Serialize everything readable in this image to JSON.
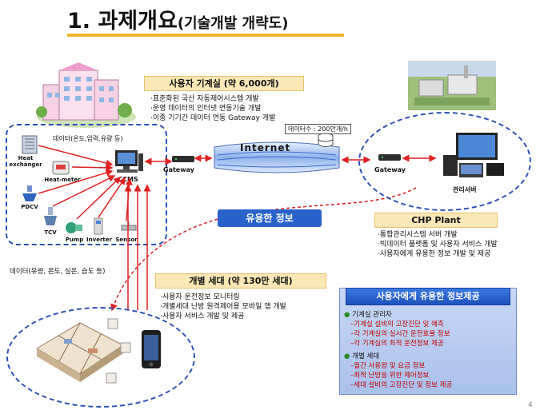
{
  "title": {
    "main": "1. 과제개요",
    "sub": "(기술개발 개략도)"
  },
  "building_section": {
    "header": "사용자 기계실 (약 6,000개)",
    "bullets": [
      "·표준화된 국산 자동제어시스템 개발",
      "·운영 데이터의 인터넷 연동기술 개발",
      "·이종 기기간 데이터 연동 Gateway 개발"
    ]
  },
  "machine_room": {
    "data_label": "데이터(온도,압력,유량 등)",
    "devices": {
      "heat_exchanger": "Heat exchanger",
      "heat_meter": "Heat-meter",
      "pdcv": "PDCV",
      "tcv": "TCV",
      "pump": "Pump",
      "inverter": "Inverter",
      "sensor": "Sensor",
      "ccms": "CCMS"
    },
    "gateway": "Gateway"
  },
  "internet": {
    "label": "Internet",
    "data_count": "데이터수 : 200만개/h"
  },
  "plant": {
    "gateway": "Gateway",
    "server": "관리서버"
  },
  "useful_info": "유용한 정보",
  "chp_section": {
    "header": "CHP Plant",
    "bullets": [
      "·통합관리시스템 서버 개발",
      "·빅데이터 플랫폼 및 사용자 서비스 개발",
      "·사용자에게 유용한 정보 개발 및 제공"
    ]
  },
  "household_data_label": "데이터(유량, 온도, 실온, 습도 등)",
  "household_section": {
    "header": "개별 세대 (약 130만 세대)",
    "bullets": [
      "·사용자 운전정보 모니터링",
      "·개별세대 난방 원격제어용 모바일 앱 개발",
      "·사용자 서비스 개발 및 제공"
    ]
  },
  "panel": {
    "title": "사용자에게 유용한 정보제공",
    "group1": {
      "head": "기계실 관리자",
      "items": [
        "–기계실 설비의 고장진단 및 예측",
        "–각 기계실의 실시간 운전효율 정보",
        "–각 기계실의 최적 운전정보 제공"
      ]
    },
    "group2": {
      "head": "개별 세대",
      "items": [
        "–월간 사용량 및 요금 정보",
        "–최적 난방을 위한 제어정보",
        "–세대 설비의 고장진단 및 정보 제공"
      ]
    }
  },
  "page_number": "4",
  "colors": {
    "accent_rule": "#f2b42a",
    "dash_blue": "#2d4fb8",
    "arrow_red": "#e02020",
    "badge_blue": "#2a62cc"
  }
}
